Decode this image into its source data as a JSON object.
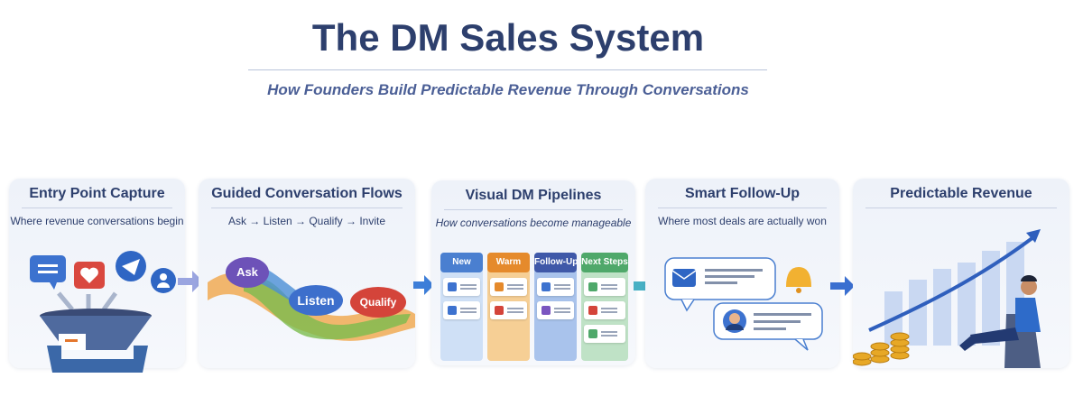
{
  "header": {
    "title": "The DM Sales System",
    "subtitle": "How Founders Build Predictable Revenue Through Conversations"
  },
  "steps": [
    {
      "title": "Entry Point Capture",
      "subtitle": "Where revenue conversations begin",
      "icons": [
        "chat-bubble-icon",
        "heart-icon",
        "send-icon",
        "user-icon",
        "funnel-icon",
        "inbox-tray-icon"
      ]
    },
    {
      "title": "Guided Conversation Flows",
      "subtitle": "Ask → Listen → Qualify → Invite",
      "bubbles": [
        "Ask",
        "Listen",
        "Qualify"
      ]
    },
    {
      "title": "Visual DM Pipelines",
      "subtitle": "How conversations become manageable",
      "columns": [
        {
          "label": "New",
          "color": "#4a7fd0",
          "cards": 2
        },
        {
          "label": "Warm",
          "color": "#e58a2c",
          "cards": 2
        },
        {
          "label": "Follow-Up",
          "color": "#3f58a8",
          "cards": 2
        },
        {
          "label": "Next Steps",
          "color": "#4fa86a",
          "cards": 3
        }
      ]
    },
    {
      "title": "Smart Follow-Up",
      "subtitle": "Where most deals are actually won",
      "icons": [
        "email-icon",
        "bell-icon",
        "avatar-icon"
      ]
    },
    {
      "title": "Predictable Revenue",
      "icons": [
        "growth-chart-icon",
        "coins-icon",
        "person-relaxing-icon"
      ]
    }
  ],
  "colors": {
    "title": "#2d3f6d",
    "accent": "#3a6fd0"
  }
}
